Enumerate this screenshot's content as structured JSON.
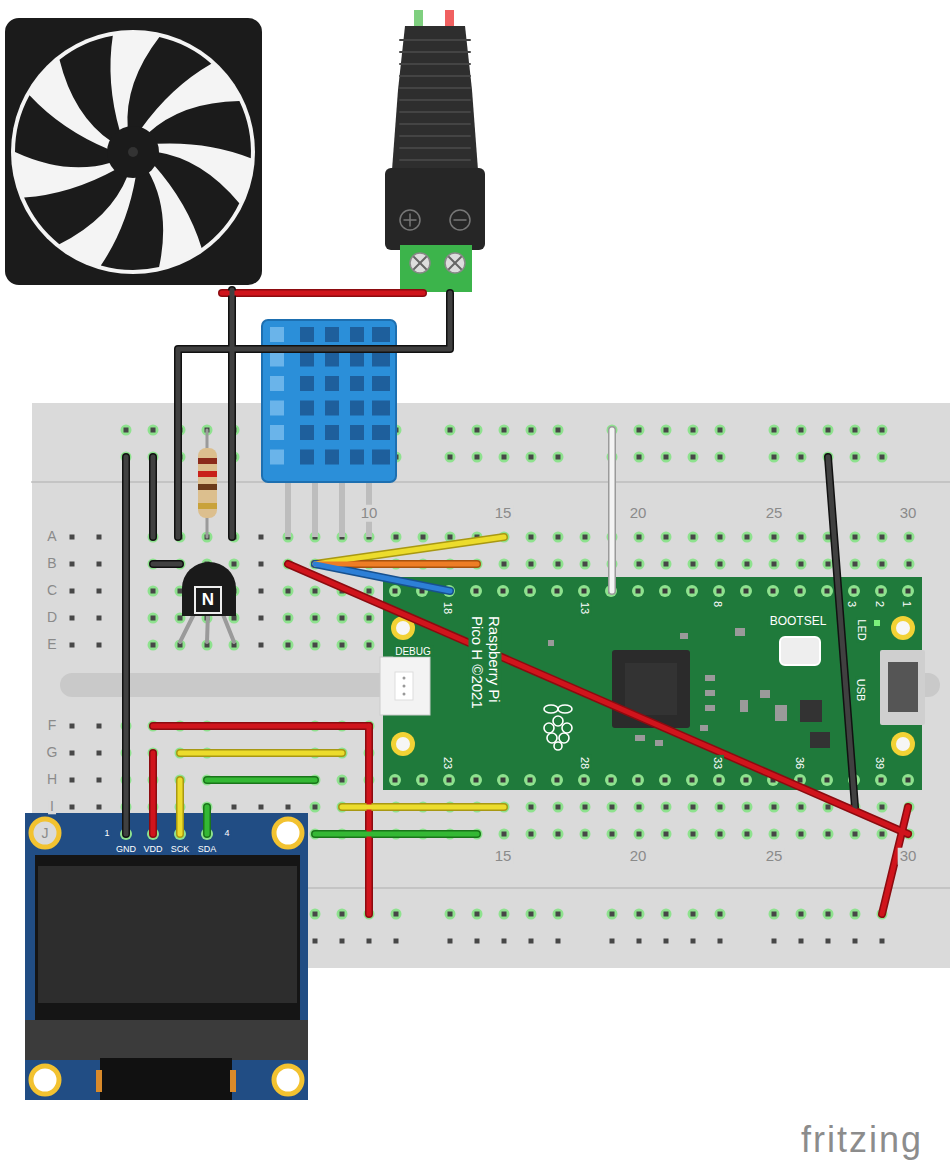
{
  "diagram": {
    "nodes": [
      {
        "text": [
          "A",
          "B",
          "C",
          "D",
          "E",
          "F",
          "G",
          "H",
          "I",
          "J",
          "10",
          "15",
          "20",
          "25",
          "30",
          "15",
          "20",
          "25",
          "30"
        ]
      },
      {
        "text": [
          "N"
        ],
        "in": 0
      },
      {
        "text": [
          "18",
          "13",
          "8",
          "3",
          "2",
          "1",
          "BOOTSEL",
          "LED",
          "DEBUG",
          "Raspberry Pi Pico H ©2021",
          "USB",
          "23",
          "28",
          "33",
          "36",
          "39"
        ],
        "in": 0
      },
      {
        "text": [
          "1",
          "GND",
          "VDD",
          "SCK",
          "SDA",
          "4"
        ]
      }
    ],
    "labels": [
      "fritzing"
    ]
  }
}
